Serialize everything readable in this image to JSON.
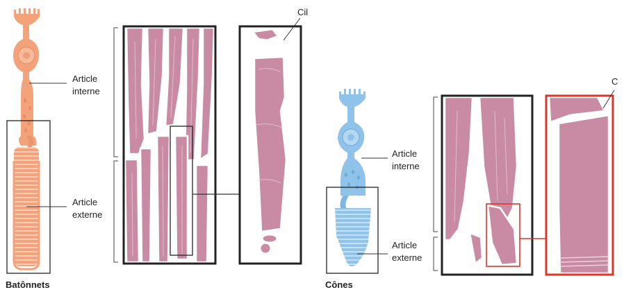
{
  "figure": {
    "rods": {
      "caption": "Batônnets",
      "inner_label_line1": "Article",
      "inner_label_line2": "interne",
      "outer_label_line1": "Article",
      "outer_label_line2": "externe",
      "cilium_label": "Cil",
      "cell_color": "#f4a27a"
    },
    "cones": {
      "caption": "Cônes",
      "inner_label_line1": "Article",
      "inner_label_line2": "interne",
      "outer_label_line1": "Article",
      "outer_label_line2": "externe",
      "cilium_label": "C",
      "cell_color": "#8fc3ea",
      "highlight_color": "#d9372a"
    }
  }
}
